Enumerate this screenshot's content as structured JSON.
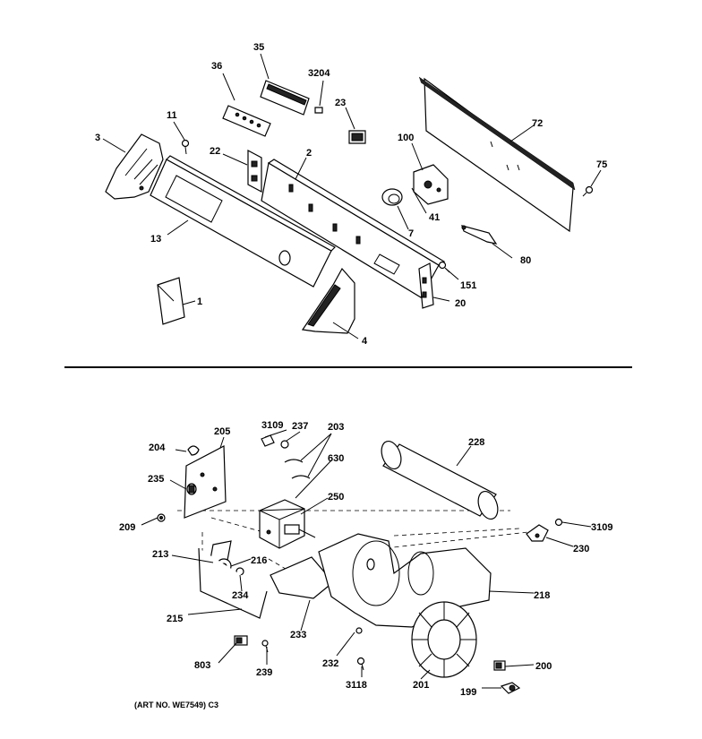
{
  "top_labels": {
    "l35": "35",
    "l36": "36",
    "l3204": "3204",
    "l23": "23",
    "l72": "72",
    "l11": "11",
    "l3": "3",
    "l22": "22",
    "l2": "2",
    "l100": "100",
    "l75": "75",
    "l41": "41",
    "l7": "7",
    "l13": "13",
    "l80": "80",
    "l151": "151",
    "l1": "1",
    "l20": "20",
    "l4": "4"
  },
  "bottom_labels": {
    "l3109a": "3109",
    "l237": "237",
    "l203": "203",
    "l205": "205",
    "l204": "204",
    "l228": "228",
    "l630": "630",
    "l235": "235",
    "l250": "250",
    "l209": "209",
    "l3109b": "3109",
    "l230": "230",
    "l213": "213",
    "l216": "216",
    "l234": "234",
    "l218": "218",
    "l215": "215",
    "l233": "233",
    "l803": "803",
    "l239": "239",
    "l232": "232",
    "l200": "200",
    "l3118": "3118",
    "l201": "201",
    "l199": "199"
  },
  "art_number": "(ART NO. WE7549) C3"
}
